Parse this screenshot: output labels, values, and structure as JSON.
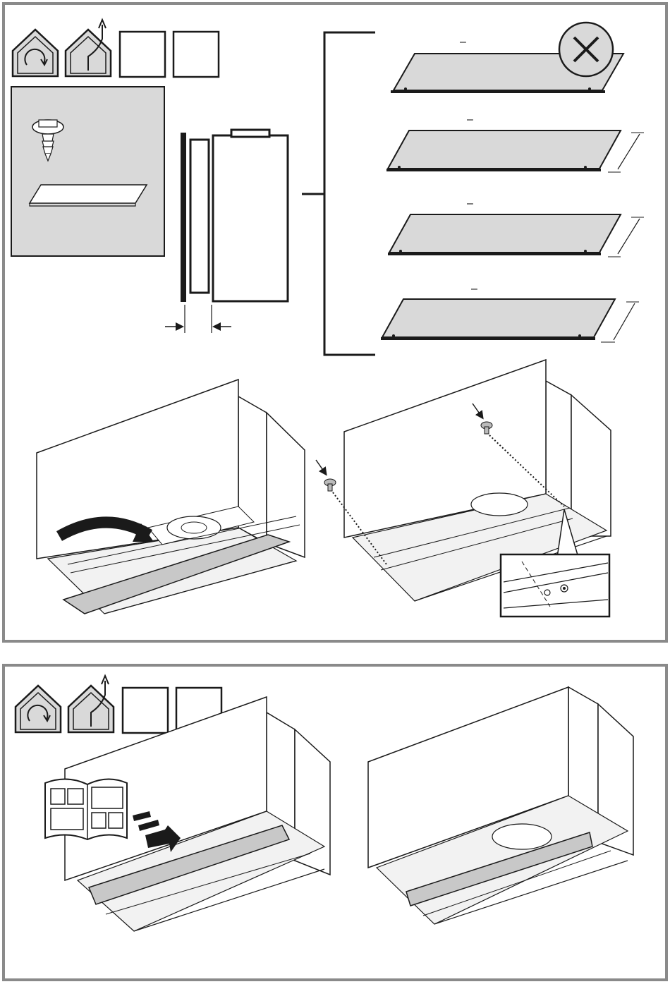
{
  "colors": {
    "frame": "#8a8a8a",
    "panel_fill": "#d9d9d9",
    "filter_fill": "#c8c8c8",
    "line": "#1a1a1a"
  },
  "step1": {
    "icons": [
      "recirculation-house-icon",
      "extraction-house-icon",
      "empty-box",
      "empty-box"
    ],
    "filter_options": [
      {
        "label": "–",
        "status": "not-allowed"
      },
      {
        "label": "–",
        "status": "allowed"
      },
      {
        "label": "–",
        "status": "allowed"
      },
      {
        "label": "–",
        "status": "allowed"
      }
    ]
  },
  "step2": {
    "icons": [
      "recirculation-house-icon",
      "extraction-house-icon",
      "empty-box",
      "empty-box"
    ]
  }
}
